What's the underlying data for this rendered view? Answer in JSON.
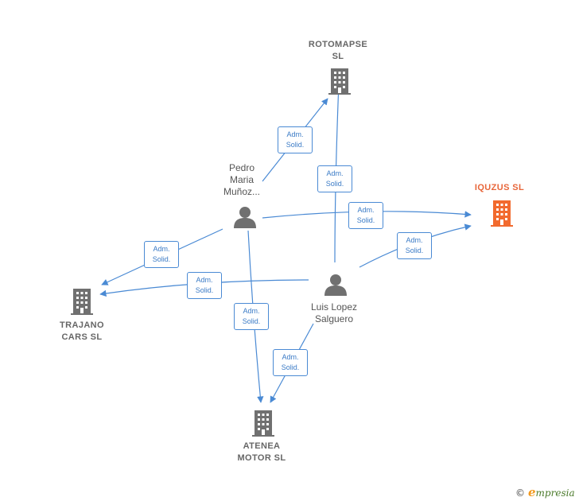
{
  "nodes": {
    "rotomapse": {
      "line1": "ROTOMAPSE",
      "line2": "SL",
      "type": "company"
    },
    "iquzus": {
      "line1": "IQUZUS  SL",
      "type": "company",
      "focus": true
    },
    "trajano": {
      "line1": "TRAJANO",
      "line2": "CARS  SL",
      "type": "company"
    },
    "atenea": {
      "line1": "ATENEA",
      "line2": "MOTOR  SL",
      "type": "company"
    },
    "pedro": {
      "line1": "Pedro",
      "line2": "Maria",
      "line3": "Muñoz...",
      "type": "person"
    },
    "luis": {
      "line1": "Luis Lopez",
      "line2": "Salguero",
      "type": "person"
    }
  },
  "edges": [
    {
      "id": "pedro-rotomapse",
      "from": "pedro",
      "to": "rotomapse",
      "line1": "Adm.",
      "line2": "Solid."
    },
    {
      "id": "luis-rotomapse",
      "from": "luis",
      "to": "rotomapse",
      "line1": "Adm.",
      "line2": "Solid."
    },
    {
      "id": "pedro-iquzus",
      "from": "pedro",
      "to": "iquzus",
      "line1": "Adm.",
      "line2": "Solid."
    },
    {
      "id": "luis-iquzus",
      "from": "luis",
      "to": "iquzus",
      "line1": "Adm.",
      "line2": "Solid."
    },
    {
      "id": "pedro-trajano",
      "from": "pedro",
      "to": "trajano",
      "line1": "Adm.",
      "line2": "Solid."
    },
    {
      "id": "luis-trajano",
      "from": "luis",
      "to": "trajano",
      "line1": "Adm.",
      "line2": "Solid."
    },
    {
      "id": "pedro-atenea",
      "from": "pedro",
      "to": "atenea",
      "line1": "Adm.",
      "line2": "Solid."
    },
    {
      "id": "luis-atenea",
      "from": "luis",
      "to": "atenea",
      "line1": "Adm.",
      "line2": "Solid."
    }
  ],
  "colors": {
    "edge": "#4a8ad4",
    "company": "#707070",
    "focus": "#f26a2e",
    "person": "#707070"
  },
  "brand": {
    "copyright": "©",
    "initial": "e",
    "name": "mpresia"
  }
}
